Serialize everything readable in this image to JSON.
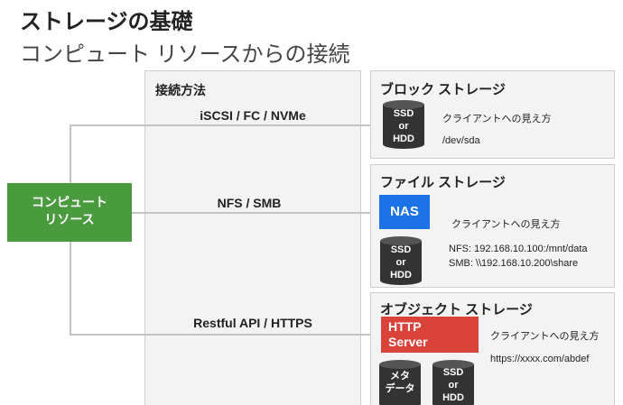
{
  "title": "ストレージの基礎",
  "subtitle": "コンピュート リソースからの接続",
  "connection_header": "接続方法",
  "compute_label": "コンピュート\nリソース",
  "protocols": {
    "block": "iSCSI / FC / NVMe",
    "file": "NFS / SMB",
    "object": "Restful API / HTTPS"
  },
  "block": {
    "title": "ブロック ストレージ",
    "disk": "SSD\nor\nHDD",
    "view_label": "クライアントへの見え方",
    "path": "/dev/sda"
  },
  "file": {
    "title": "ファイル ストレージ",
    "nas": "NAS",
    "disk": "SSD\nor\nHDD",
    "view_label": "クライアントへの見え方",
    "nfs_path": "NFS: 192.168.10.100:/mnt/data",
    "smb_path": "SMB: \\\\192.168.10.200\\share"
  },
  "object": {
    "title": "オブジェクト ストレージ",
    "server": "HTTP\nServer",
    "view_label": "クライアントへの見え方",
    "url": "https://xxxx.com/abdef",
    "metadata": "メタ\nデータ",
    "disk": "SSD\nor\nHDD"
  },
  "colors": {
    "compute": "#4a9a3e",
    "nas": "#1c73e8",
    "http_server": "#d9433a",
    "disk": "#333333",
    "panel": "#f3f3f3",
    "line": "#c4c4c4"
  }
}
